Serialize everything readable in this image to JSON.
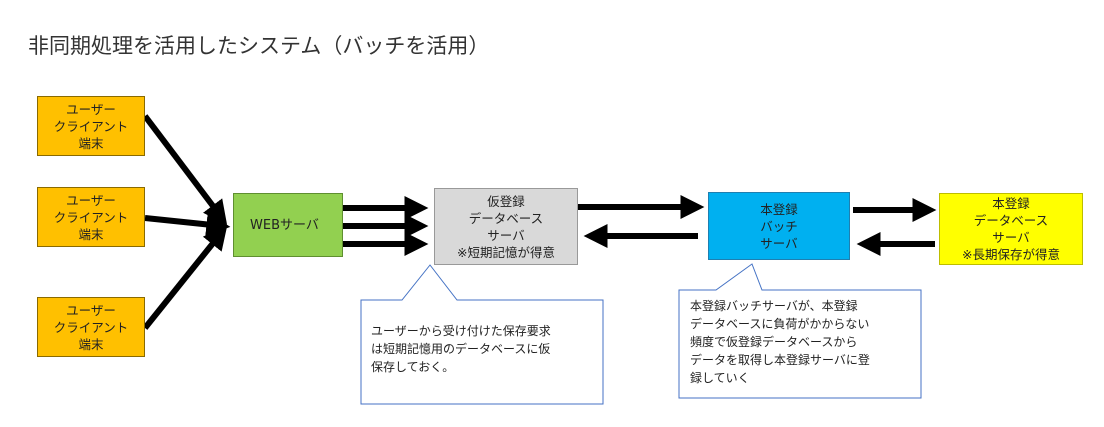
{
  "title": "非同期処理を活用したシステム（バッチを活用）",
  "clients": [
    {
      "lines": [
        "ユーザー",
        "クライアント",
        "端末"
      ]
    },
    {
      "lines": [
        "ユーザー",
        "クライアント",
        "端末"
      ]
    },
    {
      "lines": [
        "ユーザー",
        "クライアント",
        "端末"
      ]
    }
  ],
  "web_server": {
    "label": "WEBサーバ"
  },
  "temp_db_server": {
    "lines": [
      "仮登録",
      "データベース",
      "サーバ",
      "※短期記憶が得意"
    ]
  },
  "batch_server": {
    "lines": [
      "本登録",
      "バッチ",
      "サーバ"
    ]
  },
  "main_db_server": {
    "lines": [
      "本登録",
      "データベース",
      "サーバ",
      "※長期保存が得意"
    ]
  },
  "callout_temp": {
    "lines": [
      "ユーザーから受け付けた保存要求",
      "は短期記憶用のデータベースに仮",
      "保存しておく。"
    ]
  },
  "callout_batch": {
    "lines": [
      "本登録バッチサーバが、本登録",
      "データベースに負荷がかからない",
      "頻度で仮登録データベースから",
      "データを取得し本登録サーバに登",
      "録していく"
    ]
  },
  "colors": {
    "client": "#FFC000",
    "web": "#92D050",
    "temp_db": "#D9D9D9",
    "batch": "#00B0F0",
    "main_db": "#FFFF00",
    "callout_border": "#4472C4",
    "arrow": "#000000"
  }
}
